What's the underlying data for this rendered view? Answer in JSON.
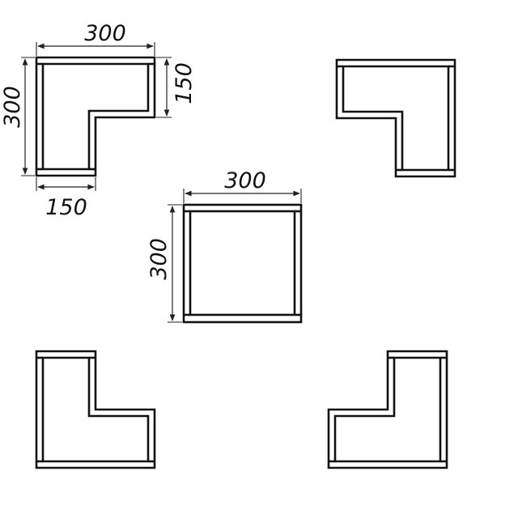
{
  "diagram": {
    "dimensions": {
      "l_shelf_width": "300",
      "l_shelf_height": "300",
      "l_shelf_arm_height": "150",
      "l_shelf_arm_width": "150",
      "square_width": "300",
      "square_height": "300"
    },
    "colors": {
      "line": "#111111",
      "background": "#ffffff"
    }
  }
}
